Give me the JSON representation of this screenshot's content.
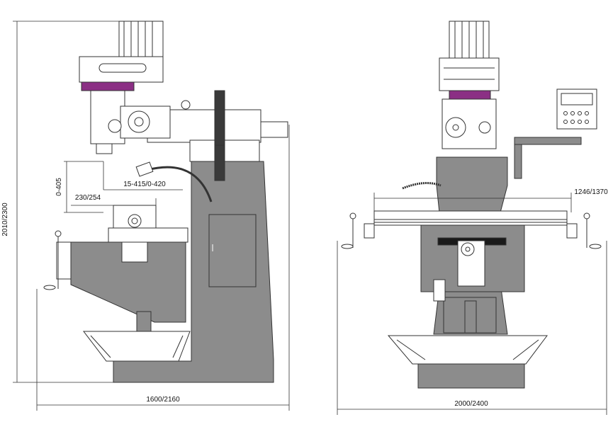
{
  "drawing": {
    "side_view": {
      "overall_height": "2010/2300",
      "overall_width": "1600/2160",
      "spindle_to_table": "0-405",
      "ram_travel": "15-415/0-420",
      "spindle_to_column": "230/254"
    },
    "front_view": {
      "table_length": "1246/1370",
      "overall_width": "2000/2400"
    },
    "colors": {
      "machine_grey": "#8c8c8c",
      "accent_purple": "#8b2f84",
      "line": "#333333",
      "dark": "#1a1a1a",
      "background": "#ffffff"
    }
  }
}
